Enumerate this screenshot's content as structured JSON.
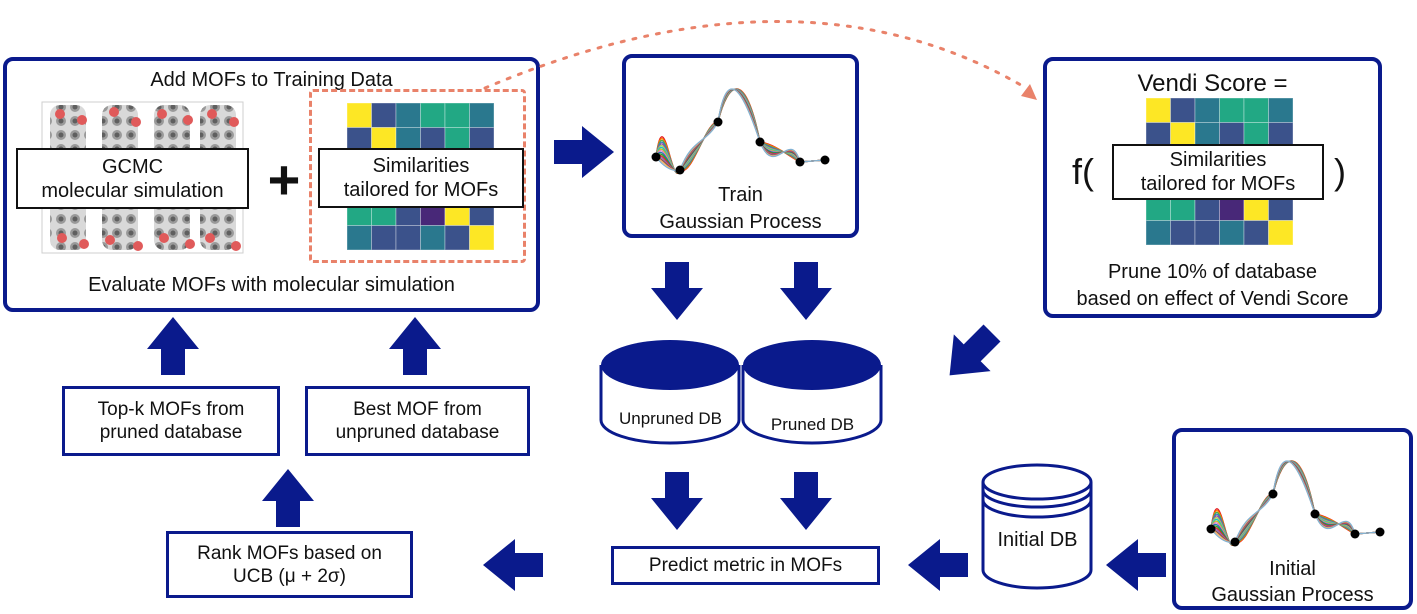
{
  "training_panel": {
    "title": "Add MOFs to Training Data",
    "gcmc_line1": "GCMC",
    "gcmc_line2": "molecular simulation",
    "plus": "+",
    "sim_line1": "Similarities",
    "sim_line2": "tailored for MOFs",
    "footer": "Evaluate MOFs with molecular simulation"
  },
  "train_gp": {
    "line1": "Train",
    "line2": "Gaussian Process"
  },
  "vendi_panel": {
    "title": "Vendi Score =",
    "f_open": "f(",
    "f_close": ")",
    "sim_line1": "Similarities",
    "sim_line2": "tailored for MOFs",
    "prune_line1": "Prune 10% of database",
    "prune_line2": "based on effect of Vendi Score"
  },
  "databases": {
    "unpruned": "Unpruned DB",
    "pruned": "Pruned DB",
    "initial": "Initial DB"
  },
  "topk_box": {
    "line1": "Top-k MOFs from",
    "line2": "pruned database"
  },
  "best_box": {
    "line1": "Best MOF from",
    "line2": "unpruned database"
  },
  "rank_box": {
    "line1": "Rank MOFs based on",
    "line2": "UCB (μ + 2σ)"
  },
  "predict_box": {
    "label": "Predict metric in MOFs"
  },
  "initial_gp": {
    "line1": "Initial",
    "line2": "Gaussian Process"
  },
  "colors": {
    "navy": "#0a1a8c",
    "dashed_orange": "#e9826a",
    "heat_yellow": "#fde725",
    "heat_green": "#22a884",
    "heat_teal": "#2a788e",
    "heat_blue": "#3b528b",
    "heat_purple": "#482878"
  },
  "icons": [
    "gcmc-structure-image",
    "similarity-heatmap",
    "gp-curves-plot",
    "database-cylinder",
    "flow-arrow"
  ]
}
